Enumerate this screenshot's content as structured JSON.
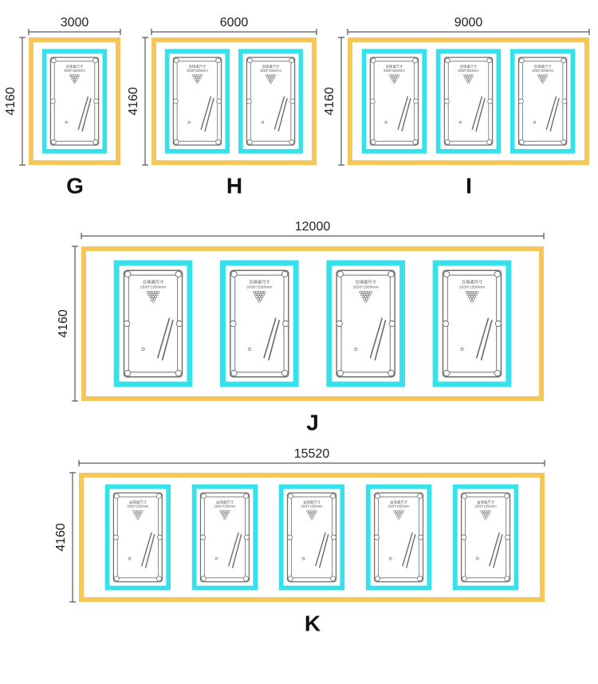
{
  "colors": {
    "outer_border": "#f5c75a",
    "inner_border": "#35e1ea",
    "table_line": "#6f6f6f",
    "dimension_line": "#333333",
    "text": "#222222"
  },
  "table_label": {
    "line1": "台球桌尺寸",
    "line2": "2830*1550mm"
  },
  "layouts": [
    {
      "id": "G",
      "letter": "G",
      "width_label": "3000",
      "height_label": "4160",
      "table_count": 1
    },
    {
      "id": "H",
      "letter": "H",
      "width_label": "6000",
      "height_label": "4160",
      "table_count": 2
    },
    {
      "id": "I",
      "letter": "I",
      "width_label": "9000",
      "height_label": "4160",
      "table_count": 3
    },
    {
      "id": "J",
      "letter": "J",
      "width_label": "12000",
      "height_label": "4160",
      "table_count": 4
    },
    {
      "id": "K",
      "letter": "K",
      "width_label": "15520",
      "height_label": "4160",
      "table_count": 5
    }
  ]
}
